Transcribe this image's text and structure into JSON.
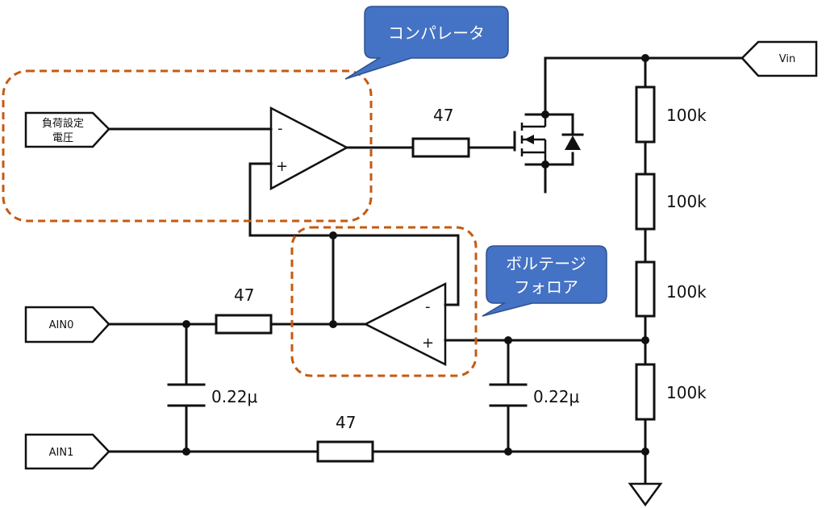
{
  "callouts": {
    "comparator": "コンパレータ",
    "follower_line1": "ボルテージ",
    "follower_line2": "フォロア"
  },
  "ports": {
    "load_setting_line1": "負荷設定",
    "load_setting_line2": "電圧",
    "vin": "Vin",
    "ain0": "AIN0",
    "ain1": "AIN1"
  },
  "opamp_signs": {
    "minus": "-",
    "plus": "+"
  },
  "components": {
    "r_gate": "47",
    "r_ain0": "47",
    "r_ain1": "47",
    "c_left": "0.22μ",
    "c_right": "0.22μ",
    "r_div1": "100k",
    "r_div2": "100k",
    "r_div3": "100k",
    "r_div4": "100k"
  },
  "colors": {
    "highlight_dash": "#c55a11",
    "callout_fill": "#4472c4"
  }
}
